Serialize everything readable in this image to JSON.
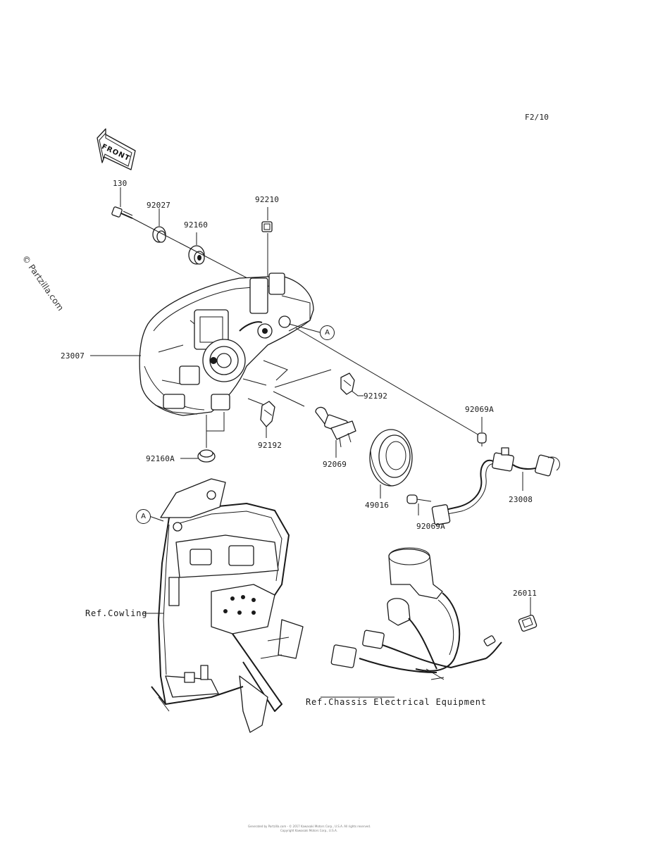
{
  "figure_code": "F2/10",
  "watermark": "© Partzilla.com",
  "front_arrow": "FRONT",
  "callout": "A",
  "labels": {
    "p130": "130",
    "p92027": "92027",
    "p92160": "92160",
    "p92210": "92210",
    "p23007": "23007",
    "p92160A": "92160A",
    "p92192a": "92192",
    "p92192b": "92192",
    "p92069": "92069",
    "p49016": "49016",
    "p92069A_top": "92069A",
    "p92069A_bot": "92069A",
    "p23008": "23008",
    "p26011": "26011",
    "ref_cowling": "Ref.Cowling",
    "ref_chassis": "Ref.Chassis Electrical Equipment"
  },
  "footer": {
    "line1": "Generated by Partzilla.com - © 2017 Kawasaki Motors Corp., U.S.A. All rights reserved.",
    "line2": "Copyright Kawasaki Motors Corp., U.S.A."
  }
}
